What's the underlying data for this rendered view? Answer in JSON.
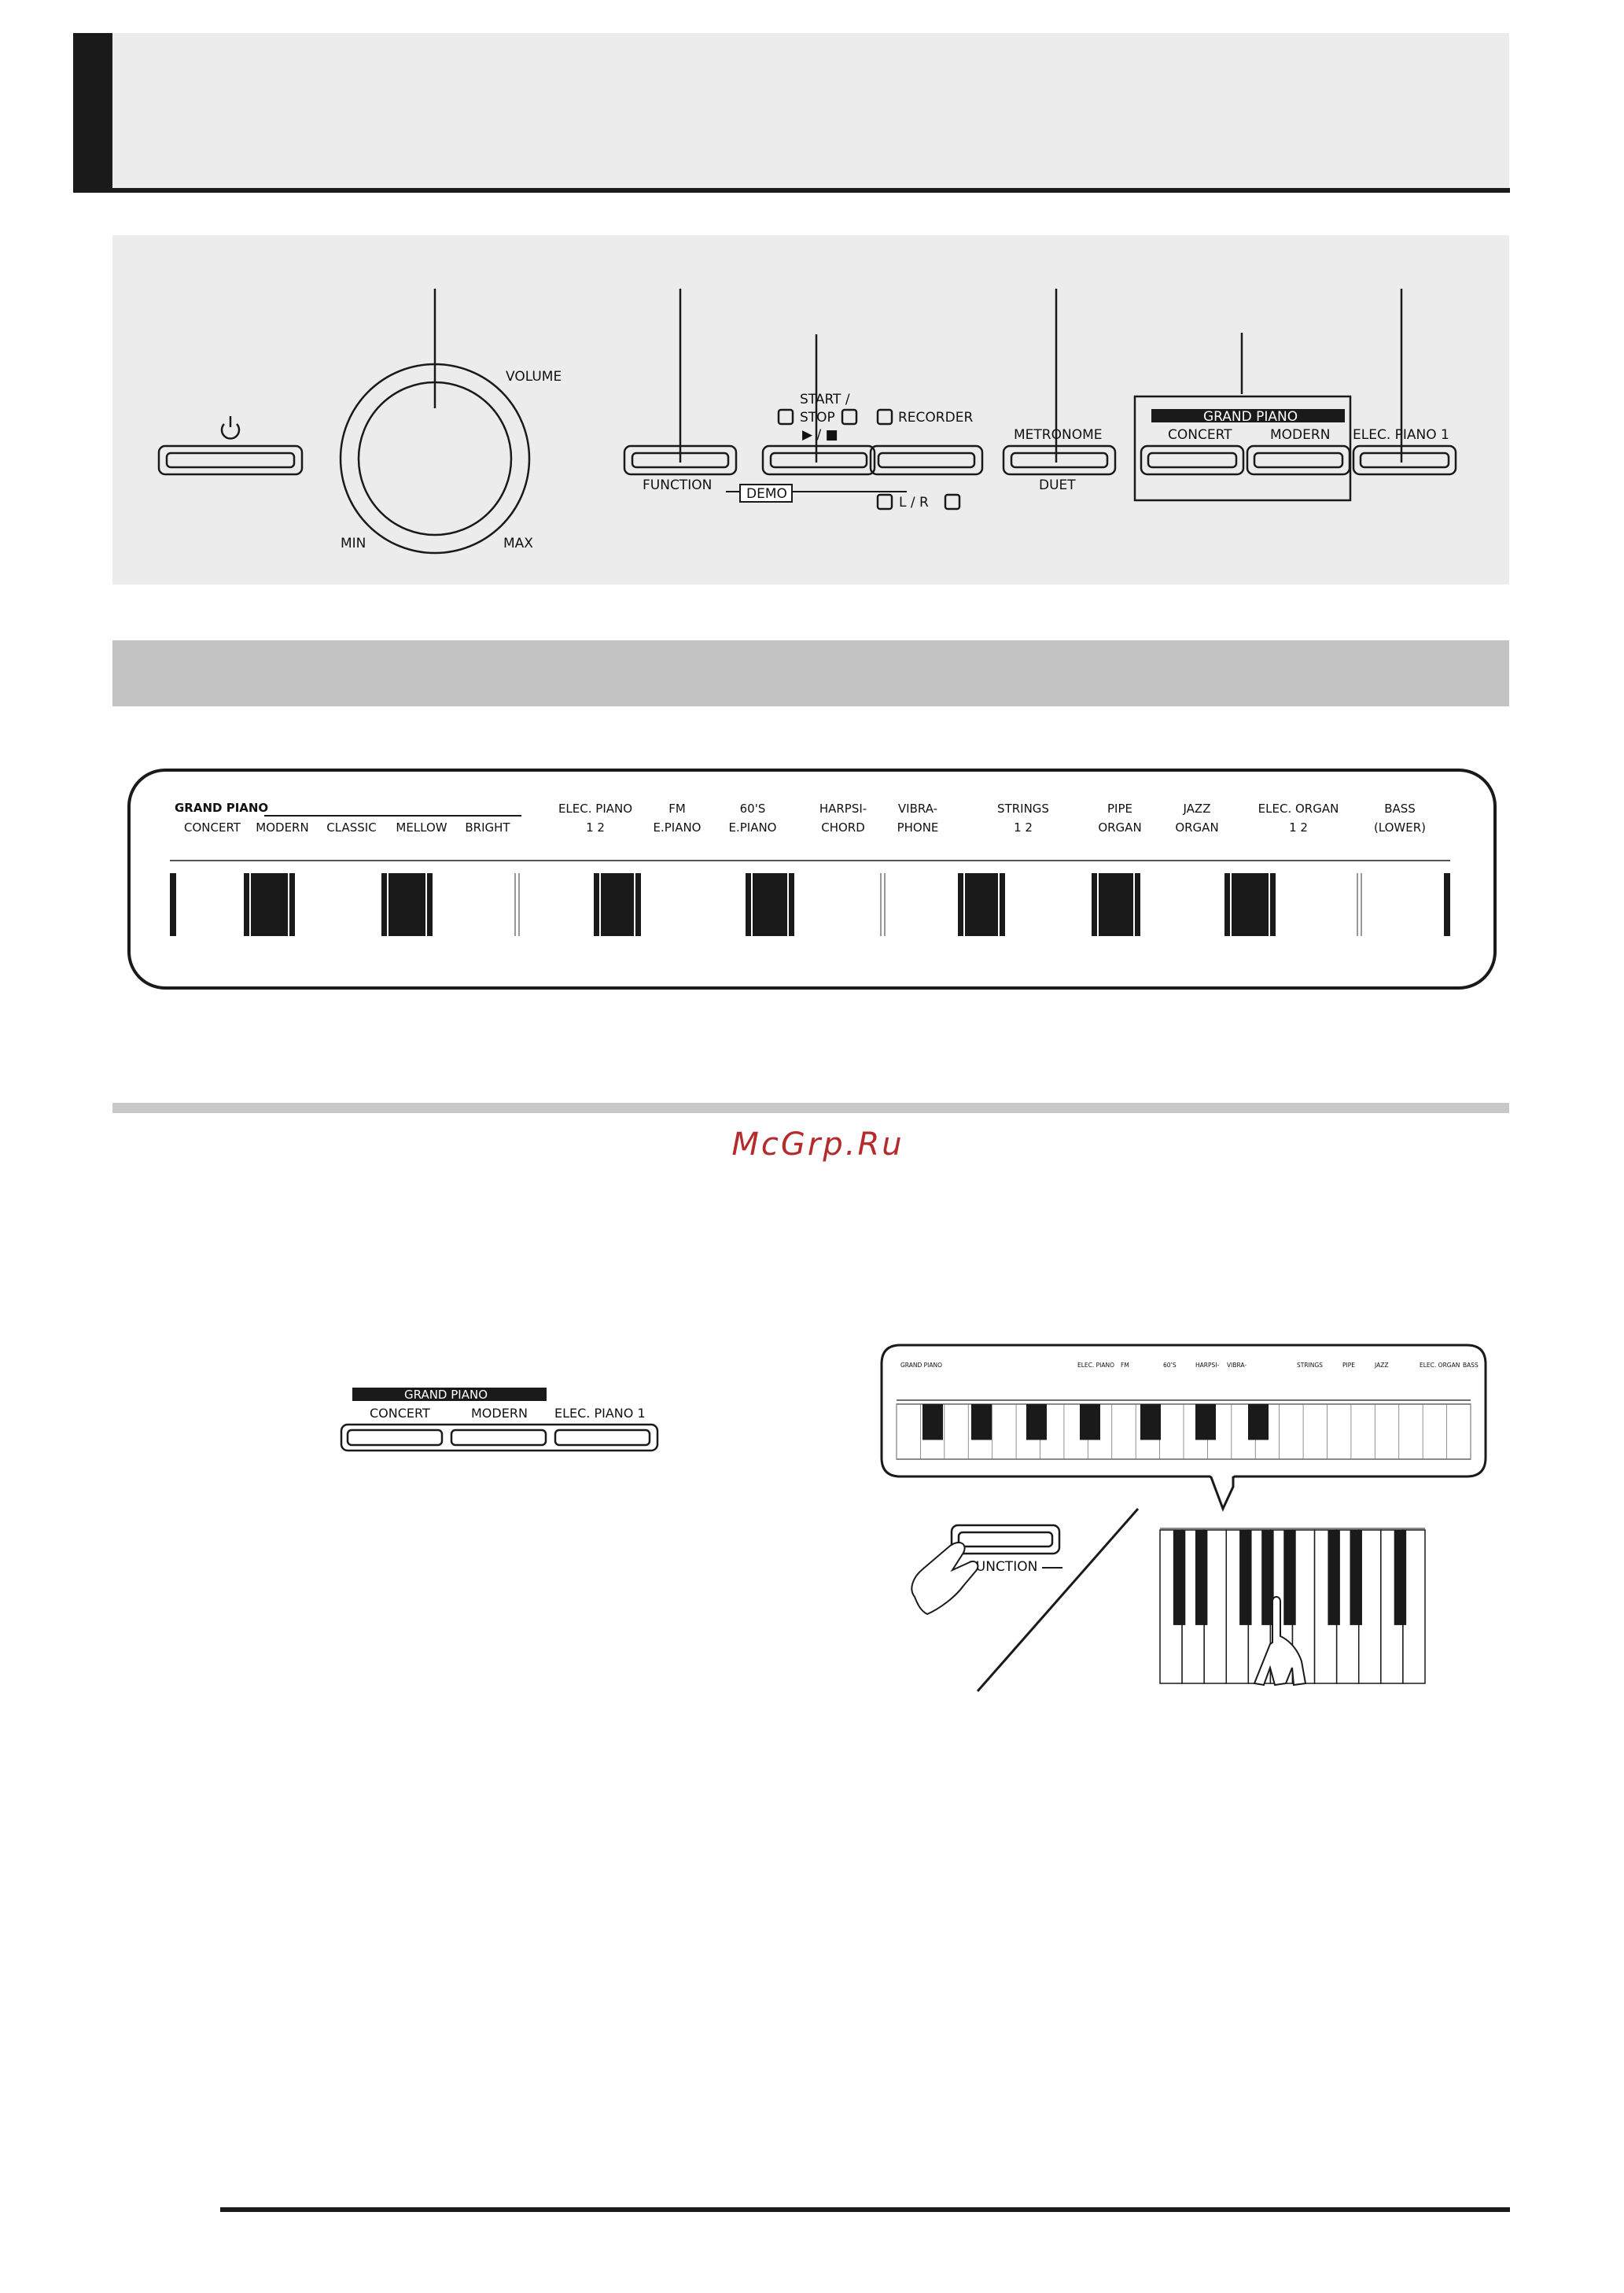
{
  "panel": {
    "volume_label": "VOLUME",
    "volume_min": "MIN",
    "volume_max": "MAX",
    "function_label": "FUNCTION",
    "demo_label": "DEMO",
    "start_stop_line1": "START /",
    "start_stop_line2": "STOP",
    "start_stop_symbol": "▶ / ■",
    "recorder_label": "RECORDER",
    "lr_label": "L / R",
    "metronome_label": "METRONOME",
    "duet_label": "DUET",
    "grand_piano_label": "GRAND PIANO",
    "concert_label": "CONCERT",
    "modern_label": "MODERN",
    "elec_piano1_label": "ELEC. PIANO 1"
  },
  "tone_strip": {
    "group_label": "GRAND PIANO",
    "tones": [
      {
        "l1": "CONCERT",
        "l2": ""
      },
      {
        "l1": "MODERN",
        "l2": ""
      },
      {
        "l1": "CLASSIC",
        "l2": ""
      },
      {
        "l1": "MELLOW",
        "l2": ""
      },
      {
        "l1": "BRIGHT",
        "l2": ""
      },
      {
        "l1": "ELEC. PIANO",
        "l2": "1            2"
      },
      {
        "l1": "FM",
        "l2": "E.PIANO"
      },
      {
        "l1": "60'S",
        "l2": "E.PIANO"
      },
      {
        "l1": "HARPSI-",
        "l2": "CHORD"
      },
      {
        "l1": "VIBRA-",
        "l2": "PHONE"
      },
      {
        "l1": "STRINGS",
        "l2": "1            2"
      },
      {
        "l1": "PIPE",
        "l2": "ORGAN"
      },
      {
        "l1": "JAZZ",
        "l2": "ORGAN"
      },
      {
        "l1": "ELEC. ORGAN",
        "l2": "1            2"
      },
      {
        "l1": "BASS",
        "l2": "(LOWER)"
      }
    ]
  },
  "watermark": "McGrp.Ru",
  "illustration_left": {
    "grand_piano_label": "GRAND PIANO",
    "concert_label": "CONCERT",
    "modern_label": "MODERN",
    "elec_piano1_label": "ELEC. PIANO 1"
  },
  "illustration_right": {
    "function_label": "FUNCTION"
  }
}
